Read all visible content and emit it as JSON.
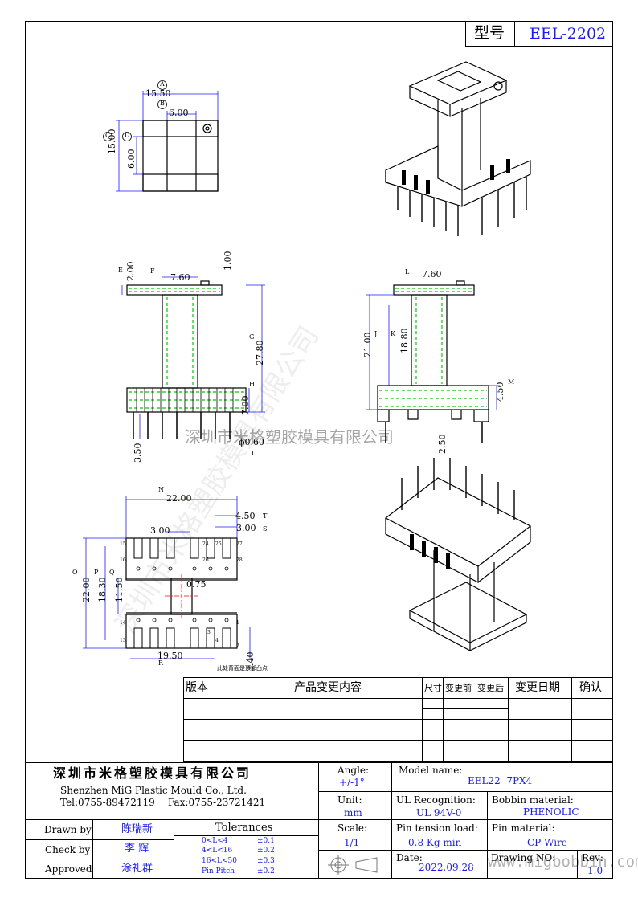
{
  "header": {
    "type_label": "型号",
    "model_code": "EEL-2202"
  },
  "dims": {
    "top": {
      "A_val": "15.50",
      "B_val": "6.00",
      "C_val": "15.00",
      "D_val": "6.00",
      "A": "A",
      "B": "B",
      "C": "C",
      "D": "D"
    },
    "front": {
      "E_val": "2.00",
      "F_val": "7.60",
      "one_val": "1.00",
      "G_val": "27.80",
      "H_val": "7.00",
      "pin_len": "3.50",
      "pin_dia": "ϕ0.60",
      "E": "E",
      "F": "F",
      "G": "G",
      "H": "H",
      "I": "I"
    },
    "side": {
      "L_val": "7.60",
      "J_val": "21.00",
      "K_val": "18.80",
      "M_val": "4.50",
      "pin_len": "2.50",
      "L": "L",
      "J": "J",
      "K": "K",
      "M": "M"
    },
    "bottom": {
      "N_val": "22.00",
      "T_val": "4.50",
      "S_val": "3.00",
      "pitch_val": "3.00",
      "O_val": "22.00",
      "P_val": "18.30",
      "Q_val": "11.50",
      "slot_val": "0.75",
      "R_val": "19.50",
      "foot_val": "3.40",
      "N": "N",
      "T": "T",
      "S": "S",
      "O": "O",
      "P": "P",
      "Q": "Q",
      "R": "R",
      "note": "此处背面是顶部凸点",
      "pins": [
        "15",
        "24",
        "25",
        "27",
        "16",
        "26",
        "28",
        "14",
        "13",
        "1",
        "2",
        "3",
        "4"
      ]
    }
  },
  "revision_table": {
    "headers": [
      "版本",
      "产品变更内容",
      "尺寸",
      "变更前",
      "变更后",
      "变更日期",
      "确认"
    ]
  },
  "title_block": {
    "company_cn": "深圳市米格塑胶模具有限公司",
    "company_en": "Shenzhen MiG Plastic Mould Co., Ltd.",
    "tel": "Tel:0755-89472119",
    "fax": "Fax:0755-23721421",
    "angle_label": "Angle:",
    "angle_value": "+/-1°",
    "unit_label": "Unit:",
    "unit_value": "mm",
    "scale_label": "Scale:",
    "scale_value": "1/1",
    "model_label": "Model name:",
    "model_value": "EEL22  7PX4",
    "ul_label": "UL Recognition:",
    "ul_value": "UL 94V-0",
    "bobbin_label": "Bobbin material:",
    "bobbin_value": "PHENOLIC",
    "tension_label": "Pin tension load:",
    "tension_value": "0.8 Kg min",
    "pin_mat_label": "Pin material:",
    "pin_mat_value": "CP Wire",
    "date_label": "Date:",
    "date_value": "2022.09.28",
    "drawing_label": "Drawing NO:",
    "rev_label": "Rev:",
    "rev_value": "1.0",
    "drawn_label": "Drawn by",
    "drawn_name": "陈瑞新",
    "check_label": "Check by",
    "check_name": "李 辉",
    "approved_label": "Approved",
    "approved_name": "涂礼群",
    "tol_title": "Tolerances",
    "tol_rows": [
      [
        "0<L<4",
        "±0.1"
      ],
      [
        "4<L<16",
        "±0.2"
      ],
      [
        "16<L<50",
        "±0.3"
      ],
      [
        "Pin Pitch",
        "±0.2"
      ]
    ]
  },
  "watermark": {
    "company": "深圳市米格塑胶模具有限公司",
    "url": "www.migbobbin.com"
  },
  "colors": {
    "dimension_blue": "#1a1aff",
    "green_hatch": "#00cc00",
    "red_center": "#ff0000"
  }
}
